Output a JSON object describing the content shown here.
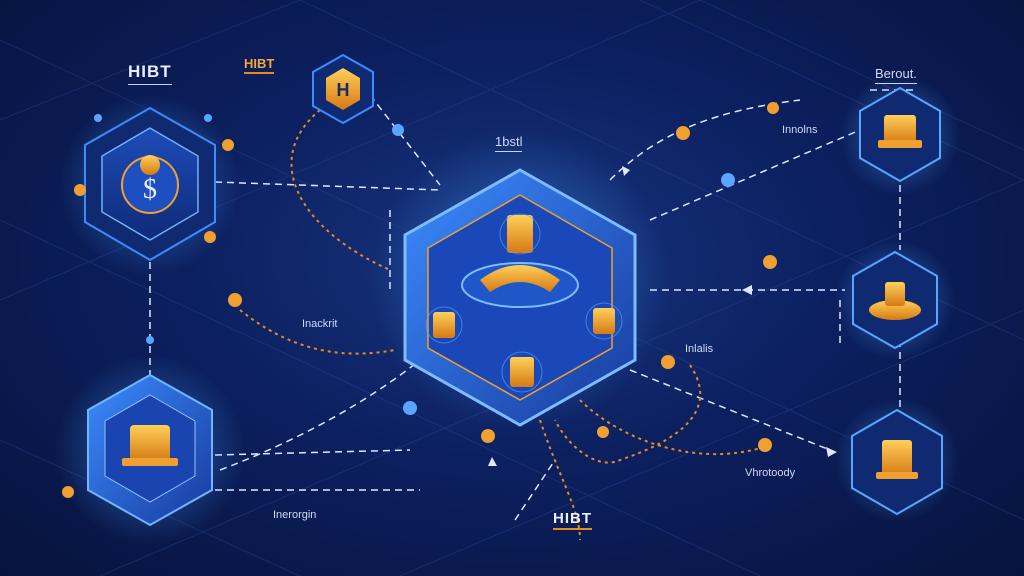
{
  "labels": {
    "top_left": "HIBT",
    "top_left_small": "HIBT",
    "center_top": "1bstl",
    "top_right": "Berout.",
    "right_upper": "Innolns",
    "left_middle": "Inackrit",
    "right_middle": "Inlalis",
    "bottom_center": "HIBT",
    "bottom_right": "Vhrotoody",
    "bottom_left": "Inerorgin",
    "top_hex_letter": "H"
  },
  "colors": {
    "background": "#0c2060",
    "hex_glow": "#2f7bff",
    "accent_orange": "#f0a030",
    "line_white": "#dfe8ff",
    "line_orange": "#e98a1c"
  }
}
